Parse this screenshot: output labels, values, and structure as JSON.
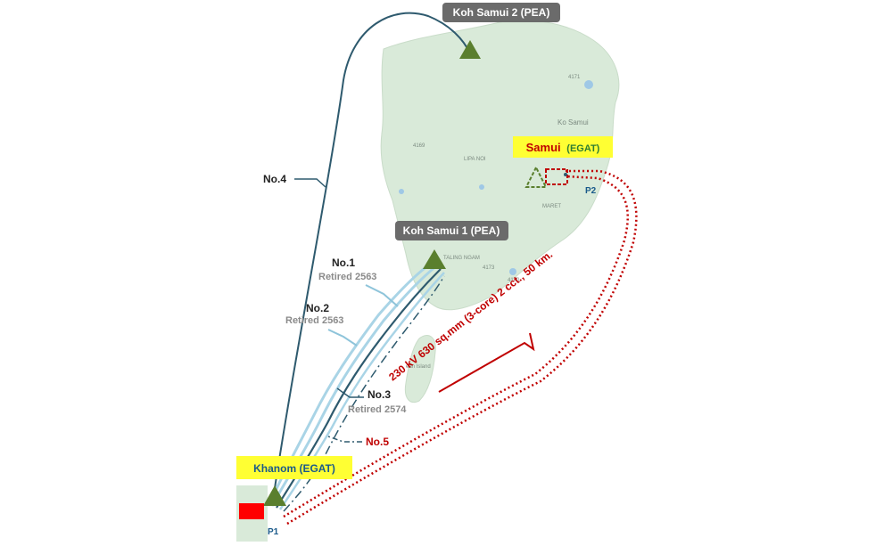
{
  "stations": {
    "koh_samui_2": "Koh Samui 2 (PEA)",
    "koh_samui_1": "Koh Samui 1 (PEA)",
    "samui_name": "Samui",
    "samui_owner": "(EGAT)",
    "khanom": "Khanom (EGAT)"
  },
  "points": {
    "p1": "P1",
    "p2": "P2"
  },
  "cables": {
    "no1": {
      "label": "No.1",
      "status": "Retired 2563"
    },
    "no2": {
      "label": "No.2",
      "status": "Retired 2563"
    },
    "no3": {
      "label": "No.3",
      "status": "Retired 2574"
    },
    "no4": {
      "label": "No.4"
    },
    "no5": {
      "label": "No.5",
      "spec": "230 kV 630 sq.mm (3-core) 2 cct., 50 km."
    }
  },
  "map_labels": {
    "ko_samui": "Ko Samui",
    "lipa_noi": "LIPA NOI",
    "maret": "MARET",
    "taling_ngam": "TALING NGAM",
    "island": "ean Island",
    "road_4169": "4169",
    "road_4171": "4171",
    "road_4173": "4173",
    "road_4170": "4170"
  },
  "colors": {
    "land": "#d9ead9",
    "cable_light": "#a9d4e6",
    "cable_dark": "#2e5a6e",
    "triangle": "#5a7f2e",
    "new_cable": "#c00000",
    "label_bg": "#6b6b6b",
    "yellow_label": "#ffff33"
  }
}
